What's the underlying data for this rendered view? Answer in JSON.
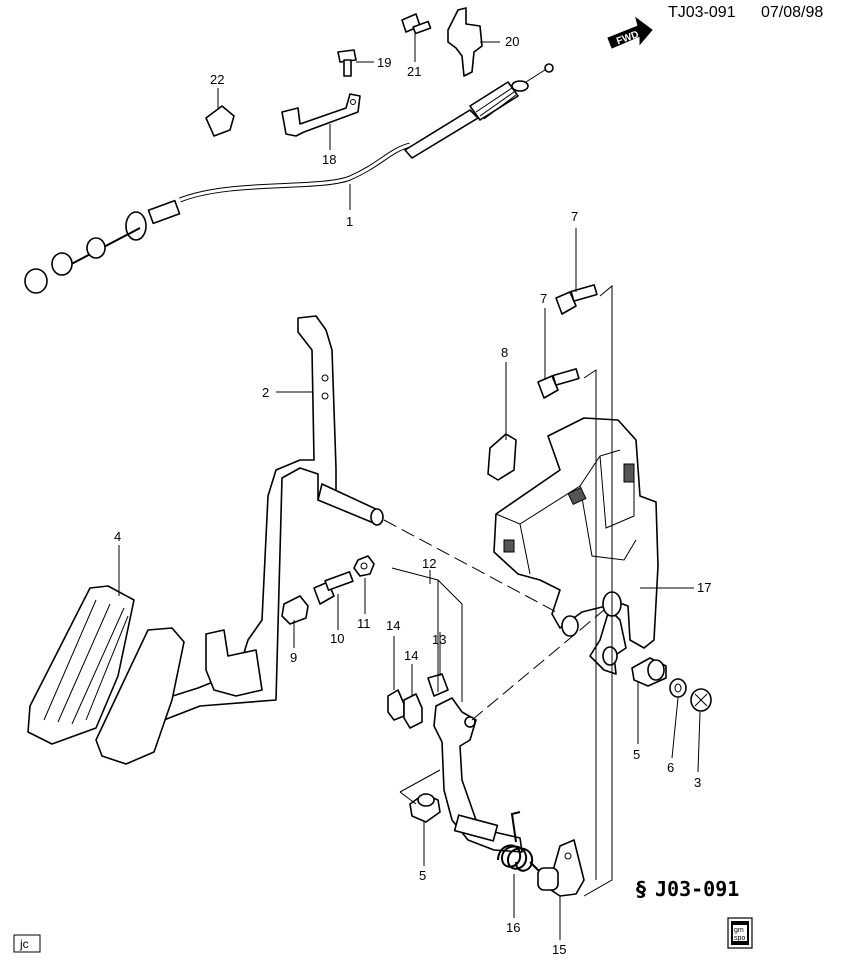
{
  "header": {
    "drawing_id": "TJ03-091",
    "date": "07/08/98",
    "direction_label": "FWD"
  },
  "footer": {
    "section_code": "J03-091",
    "initials": "jc",
    "logo_top": "gm",
    "logo_bottom": "spo"
  },
  "callouts": {
    "c1": "1",
    "c2": "2",
    "c3": "3",
    "c4": "4",
    "c5a": "5",
    "c5b": "5",
    "c6": "6",
    "c7a": "7",
    "c7b": "7",
    "c8": "8",
    "c9": "9",
    "c10": "10",
    "c11": "11",
    "c12": "12",
    "c13": "13",
    "c14a": "14",
    "c14b": "14",
    "c15": "15",
    "c16": "16",
    "c17": "17",
    "c18": "18",
    "c19": "19",
    "c20": "20",
    "c21": "21",
    "c22": "22"
  }
}
